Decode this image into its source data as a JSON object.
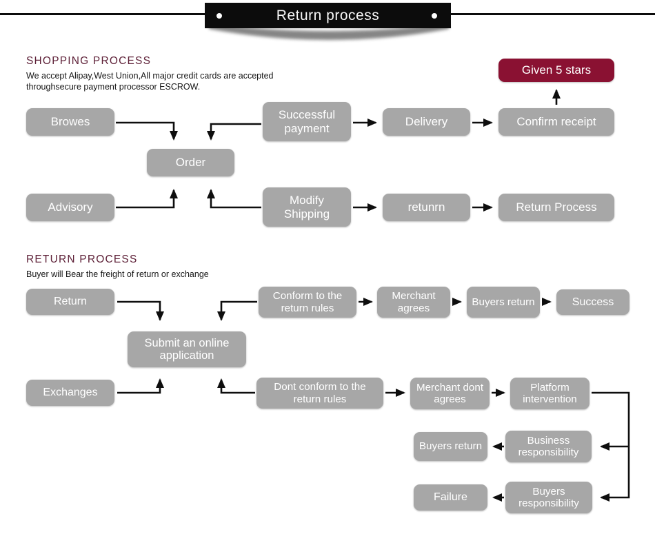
{
  "banner": {
    "title": "Return process"
  },
  "shopping_section": {
    "heading": "SHOPPING PROCESS",
    "subtitle_lines": [
      "We accept Alipay,West Union,All major credit cards are accepted",
      "throughsecure payment processor ESCROW."
    ]
  },
  "return_section": {
    "heading": "RETURN PROCESS",
    "subtitle_lines": [
      "Buyer will Bear the freight of return or exchange"
    ]
  },
  "nodes": {
    "browes": "Browes",
    "successful_payment": "Successful payment",
    "delivery": "Delivery",
    "confirm_receipt": "Confirm receipt",
    "given_5_stars": "Given 5 stars",
    "order": "Order",
    "advisory": "Advisory",
    "modify_shipping": "Modify Shipping",
    "retunrn": "retunrn",
    "return_process": "Return Process",
    "return": "Return",
    "conform_rules": "Conform to the return rules",
    "merchant_agrees": "Merchant agrees",
    "buyers_return": "Buyers return",
    "success": "Success",
    "submit_application": "Submit an online application",
    "exchanges": "Exchanges",
    "dont_conform": "Dont conform to the return rules",
    "merchant_dont_agrees": "Merchant dont agrees",
    "platform_intervention": "Platform intervention",
    "buyers_return_2": "Buyers return",
    "business_responsibility": "Business responsibility",
    "failure": "Failure",
    "buyers_responsibility": "Buyers responsibility"
  },
  "colors": {
    "banner_bg": "#0c0c0c",
    "line_black": "#0e0e0e",
    "node_gray": "#a7a7a7",
    "highlight_red": "#8a1132",
    "heading_maroon": "#5e2138"
  }
}
